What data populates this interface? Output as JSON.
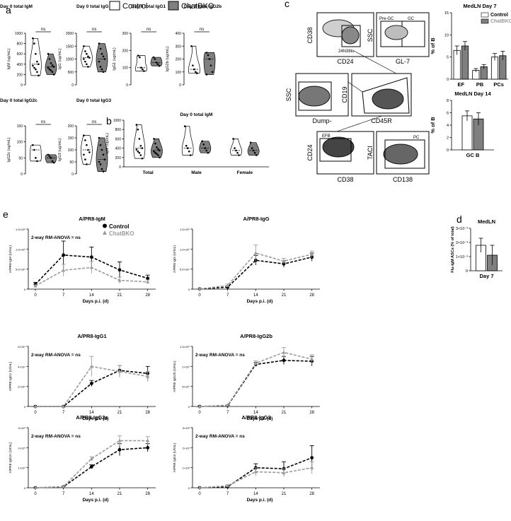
{
  "panel_letters": {
    "a": "a",
    "b": "b",
    "c": "c",
    "d": "d",
    "e": "e"
  },
  "legend_top": {
    "control": "Control",
    "chatbko": "ChatBKO"
  },
  "colors": {
    "control_fill": "#ffffff",
    "chatbko_fill": "#7f7f7f",
    "control_line": "#000000",
    "chatbko_line": "#9a9a9a"
  },
  "flow_labels": {
    "p1_y": "CD38",
    "p1_x": "CD24",
    "p1_gate": "24N38lo",
    "p2_y": "SSC",
    "p2_x": "GL-7",
    "p2_gate1": "Pre-GC",
    "p2_gate2": "GC",
    "p3_y": "SSC",
    "p3_x": "Dump-",
    "p4_y": "CD19",
    "p4_x": "CD45R",
    "p5_y": "CD24",
    "p5_x": "CD38",
    "p5_gate": "EFB",
    "p6_y": "TACI",
    "p6_x": "CD138",
    "p6_gate": "PC"
  },
  "chart_data": [
    {
      "id": "a1",
      "type": "violin",
      "title": "Day 0 total IgM",
      "ylabel": "IgM (ug/mL)",
      "ylim": [
        0,
        1000
      ],
      "yticks": [
        0,
        200,
        400,
        600,
        800,
        1000
      ],
      "sig": "ns",
      "series": [
        {
          "name": "Control",
          "values": [
            900,
            800,
            600,
            450,
            400,
            370,
            330,
            300,
            250,
            180
          ]
        },
        {
          "name": "ChatBKO",
          "values": [
            600,
            500,
            420,
            380,
            350,
            330,
            300,
            280,
            250,
            200
          ]
        }
      ]
    },
    {
      "id": "a2",
      "type": "violin",
      "title": "Day 0 total IgG",
      "ylabel": "IgG (ug/mL)",
      "ylim": [
        0,
        2000
      ],
      "yticks": [
        0,
        500,
        1000,
        1500,
        2000
      ],
      "sig": "ns",
      "series": [
        {
          "name": "Control",
          "values": [
            1500,
            1300,
            1200,
            1100,
            1050,
            1000,
            900,
            800,
            700
          ]
        },
        {
          "name": "ChatBKO",
          "values": [
            1600,
            1400,
            1200,
            1100,
            1000,
            900,
            700,
            600,
            500
          ]
        }
      ]
    },
    {
      "id": "a3",
      "type": "violin",
      "title": "Day 0 total IgG1",
      "ylabel": "IgG1 (ug/mL)",
      "ylim": [
        0,
        300
      ],
      "yticks": [
        0,
        100,
        200,
        300
      ],
      "sig": "ns",
      "series": [
        {
          "name": "Control",
          "values": [
            170,
            160,
            100,
            90,
            80
          ]
        },
        {
          "name": "ChatBKO",
          "values": [
            160,
            150,
            130,
            120,
            110
          ]
        }
      ]
    },
    {
      "id": "a4",
      "type": "violin",
      "title": "Day 0 total IgG2b",
      "ylabel": "IgG2b (ug/mL)",
      "ylim": [
        0,
        400
      ],
      "yticks": [
        0,
        100,
        200,
        300,
        400
      ],
      "sig": "ns",
      "series": [
        {
          "name": "Control",
          "values": [
            300,
            150,
            120,
            100,
            90
          ]
        },
        {
          "name": "ChatBKO",
          "values": [
            250,
            230,
            200,
            150,
            100,
            80
          ]
        }
      ]
    },
    {
      "id": "a5",
      "type": "violin",
      "title": "Day 0 total IgG2c",
      "ylabel": "IgG2c (ug/mL)",
      "ylim": [
        0,
        150
      ],
      "yticks": [
        0,
        50,
        100,
        150
      ],
      "sig": "ns",
      "series": [
        {
          "name": "Control",
          "values": [
            90,
            75,
            50,
            40
          ]
        },
        {
          "name": "ChatBKO",
          "values": [
            60,
            55,
            50,
            40,
            35
          ]
        }
      ]
    },
    {
      "id": "a6",
      "type": "violin",
      "title": "Day 0 total IgG3",
      "ylabel": "IgG3 (ug/mL)",
      "ylim": [
        0,
        200
      ],
      "yticks": [
        0,
        50,
        100,
        150,
        200
      ],
      "sig": "ns",
      "series": [
        {
          "name": "Control",
          "values": [
            160,
            140,
            120,
            100,
            90,
            80,
            60,
            40
          ]
        },
        {
          "name": "ChatBKO",
          "values": [
            150,
            120,
            100,
            80,
            60,
            50,
            40,
            20,
            10
          ]
        }
      ]
    },
    {
      "id": "b",
      "type": "violin",
      "title": "Day 0 total IgM",
      "ylabel": "IgM (ug/mL)",
      "ylim": [
        0,
        1000
      ],
      "yticks": [
        0,
        200,
        400,
        600,
        800,
        1000
      ],
      "categories": [
        "Total",
        "Male",
        "Female"
      ],
      "groups": [
        {
          "category": "Total",
          "series": [
            {
              "name": "Control",
              "values": [
                900,
                800,
                600,
                450,
                400,
                370,
                330,
                300,
                250,
                180
              ]
            },
            {
              "name": "ChatBKO",
              "values": [
                600,
                500,
                420,
                380,
                350,
                330,
                300,
                280,
                250,
                200
              ]
            }
          ]
        },
        {
          "category": "Male",
          "series": [
            {
              "name": "Control",
              "values": [
                870,
                450,
                400,
                330,
                250
              ]
            },
            {
              "name": "ChatBKO",
              "values": [
                550,
                480,
                400,
                350,
                300
              ]
            }
          ]
        },
        {
          "category": "Female",
          "series": [
            {
              "name": "Control",
              "values": [
                600,
                400,
                350,
                300,
                250
              ]
            },
            {
              "name": "ChatBKO",
              "values": [
                520,
                400,
                350,
                300,
                250
              ]
            }
          ]
        }
      ]
    },
    {
      "id": "c1",
      "type": "bar",
      "title": "MedLN Day 7",
      "ylabel": "% of B",
      "ylim": [
        0,
        15
      ],
      "yticks": [
        0,
        5,
        10,
        15
      ],
      "categories": [
        "EF",
        "PB",
        "PCs"
      ],
      "series": [
        {
          "name": "Control",
          "values": [
            6.5,
            2.0,
            5.0
          ],
          "errors": [
            1.0,
            0.4,
            0.8
          ]
        },
        {
          "name": "ChatBKO",
          "values": [
            7.5,
            2.8,
            5.3
          ],
          "errors": [
            1.0,
            0.5,
            1.0
          ]
        }
      ],
      "legend": [
        "Control",
        "ChatBKO"
      ]
    },
    {
      "id": "c2",
      "type": "bar",
      "title": "MedLN Day 14",
      "ylabel": "% of B",
      "ylim": [
        0,
        8
      ],
      "yticks": [
        0,
        2,
        4,
        6,
        8
      ],
      "categories": [
        "GC B"
      ],
      "series": [
        {
          "name": "Control",
          "values": [
            5.5
          ],
          "errors": [
            0.8
          ]
        },
        {
          "name": "ChatBKO",
          "values": [
            5.0
          ],
          "errors": [
            1.0
          ]
        }
      ]
    },
    {
      "id": "d",
      "type": "bar",
      "title": "MedLN",
      "ylabel": "Flu-IgM ASCs (% of total)",
      "xlabel": "Day 7",
      "ylim": [
        0,
        0.003
      ],
      "yticks": [
        0,
        0.001,
        0.002,
        0.003
      ],
      "ytick_labels": [
        "0",
        "1×10⁻³",
        "2×10⁻³",
        "3×10⁻³"
      ],
      "series": [
        {
          "name": "Control",
          "values": [
            0.0018
          ],
          "errors": [
            0.0005
          ]
        },
        {
          "name": "ChatBKO",
          "values": [
            0.0011
          ],
          "errors": [
            0.0007
          ]
        }
      ]
    },
    {
      "id": "e1",
      "type": "line",
      "title": "A/PR8-IgM",
      "ylabel": "A/PR8 IgM (U/mL)",
      "xlabel": "Days p.i. (d)",
      "x": [
        0,
        7,
        14,
        21,
        28
      ],
      "ylim": [
        0,
        150000
      ],
      "yticks": [
        0,
        50000,
        100000,
        150000
      ],
      "ytick_labels": [
        "0",
        "5.0×10⁴",
        "1.0×10⁵",
        "1.5×10⁵"
      ],
      "annotation": "2-way RM-ANOVA = ns",
      "series": [
        {
          "name": "Control",
          "values": [
            12000,
            85000,
            80000,
            48000,
            27000
          ],
          "errors": [
            5000,
            35000,
            25000,
            20000,
            8000
          ]
        },
        {
          "name": "ChatBKO",
          "values": [
            8000,
            47000,
            54000,
            22000,
            18000
          ],
          "errors": [
            3000,
            15000,
            15000,
            8000,
            5000
          ]
        }
      ],
      "legend": [
        "Control",
        "ChatBKO"
      ]
    },
    {
      "id": "e2",
      "type": "line",
      "title": "A/PR8-IgG",
      "ylabel": "A/PR8 IgG (U/mL)",
      "xlabel": "Days p.i. (d)",
      "x": [
        0,
        7,
        14,
        21,
        28
      ],
      "ylim": [
        0,
        150000
      ],
      "yticks": [
        0,
        50000,
        100000,
        150000
      ],
      "ytick_labels": [
        "0",
        "5.0×10⁴",
        "1.0×10⁵",
        "1.5×10⁵"
      ],
      "series": [
        {
          "name": "Control",
          "values": [
            500,
            5000,
            72000,
            63000,
            80000
          ],
          "errors": [
            300,
            3000,
            12000,
            8000,
            10000
          ]
        },
        {
          "name": "ChatBKO",
          "values": [
            500,
            9000,
            90000,
            70000,
            87000
          ],
          "errors": [
            300,
            4000,
            20000,
            7000,
            8000
          ]
        }
      ]
    },
    {
      "id": "e3",
      "type": "line",
      "title": "A/PR8-IgG1",
      "ylabel": "A/PR8 IgG1 (U/mL)",
      "xlabel": "Days p.i. (d)",
      "x": [
        0,
        7,
        14,
        21,
        28
      ],
      "ylim": [
        0,
        60000
      ],
      "yticks": [
        0,
        20000,
        40000,
        60000
      ],
      "ytick_labels": [
        "0",
        "2×10⁴",
        "4×10⁴",
        "6×10⁴"
      ],
      "annotation": "2-way RM-ANOVA = ns",
      "series": [
        {
          "name": "Control",
          "values": [
            0,
            0,
            23000,
            36000,
            33000
          ],
          "errors": [
            0,
            0,
            3000,
            5000,
            7000
          ]
        },
        {
          "name": "ChatBKO",
          "values": [
            0,
            0,
            40000,
            35000,
            30000
          ],
          "errors": [
            0,
            0,
            10000,
            6000,
            5000
          ]
        }
      ]
    },
    {
      "id": "e4",
      "type": "line",
      "title": "A/PR8-IgG2b",
      "ylabel": "A/PR8 IgG2b (U/mL)",
      "xlabel": "Days p.i. (d)",
      "x": [
        0,
        7,
        14,
        21,
        28
      ],
      "ylim": [
        0,
        1500000
      ],
      "yticks": [
        0,
        500000,
        1000000,
        1500000
      ],
      "ytick_labels": [
        "0",
        "5×10⁵",
        "1×10⁶",
        "1.5×10⁶"
      ],
      "annotation": "2-way RM-ANOVA = ns",
      "series": [
        {
          "name": "Control",
          "values": [
            0,
            20000,
            1050000,
            1150000,
            1130000
          ],
          "errors": [
            0,
            10000,
            50000,
            100000,
            120000
          ]
        },
        {
          "name": "ChatBKO",
          "values": [
            0,
            30000,
            1080000,
            1350000,
            1180000
          ],
          "errors": [
            0,
            15000,
            60000,
            120000,
            110000
          ]
        }
      ]
    },
    {
      "id": "e5",
      "type": "line",
      "title": "A/PR8-IgG2c",
      "ylabel": "A/PR8 IgG2c (U/mL)",
      "xlabel": "Days p.i. (d)",
      "x": [
        0,
        7,
        14,
        21,
        28
      ],
      "ylim": [
        0,
        3000000
      ],
      "yticks": [
        0,
        1000000,
        2000000,
        3000000
      ],
      "ytick_labels": [
        "0",
        "1×10⁶",
        "2×10⁶",
        "3×10⁶"
      ],
      "annotation": "2-way RM-ANOVA = ns",
      "series": [
        {
          "name": "Control",
          "values": [
            0,
            50000,
            1050000,
            1900000,
            2000000
          ],
          "errors": [
            0,
            20000,
            100000,
            300000,
            200000
          ]
        },
        {
          "name": "ChatBKO",
          "values": [
            0,
            60000,
            1450000,
            2350000,
            2350000
          ],
          "errors": [
            0,
            25000,
            100000,
            250000,
            200000
          ]
        }
      ]
    },
    {
      "id": "e6",
      "type": "line",
      "title": "A/PR8-IgG3",
      "ylabel": "A/PR8 IgG3 (U/mL)",
      "xlabel": "Days p.i. (d)",
      "x": [
        0,
        7,
        14,
        21,
        28
      ],
      "ylim": [
        0,
        3000
      ],
      "yticks": [
        0,
        1000,
        2000,
        3000
      ],
      "ytick_labels": [
        "0",
        "1×10³",
        "2×10³",
        "3×10³"
      ],
      "annotation": "2-way RM-ANOVA = ns",
      "series": [
        {
          "name": "Control",
          "values": [
            0,
            50,
            1000,
            950,
            1500
          ],
          "errors": [
            0,
            30,
            200,
            350,
            600
          ]
        },
        {
          "name": "ChatBKO",
          "values": [
            0,
            100,
            800,
            750,
            1000
          ],
          "errors": [
            0,
            50,
            200,
            200,
            300
          ]
        }
      ]
    }
  ]
}
